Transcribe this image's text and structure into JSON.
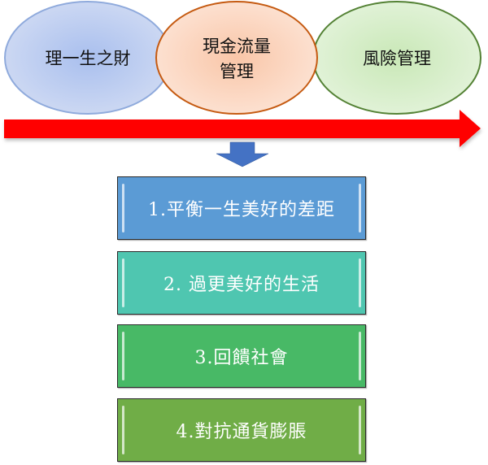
{
  "ellipses": [
    {
      "label_lines": [
        "理一生之財"
      ],
      "fill": "#b4c7e7",
      "stroke": "#8faadc"
    },
    {
      "label_lines": [
        "現金流量",
        "管理"
      ],
      "fill": "#fbd5c0",
      "stroke": "#c55a11"
    },
    {
      "label_lines": [
        "風險管理"
      ],
      "fill": "#d5ecc8",
      "stroke": "#548235"
    }
  ],
  "timeline_arrow": {
    "color": "#ff0000"
  },
  "down_arrow": {
    "color": "#4472c4"
  },
  "goals": [
    {
      "label": "1.平衡一生美好的差距",
      "color": "#5b9bd5"
    },
    {
      "label": "2.  過更美好的生活",
      "color": "#4fc6b0"
    },
    {
      "label": "3.回饋社會",
      "color": "#48b966"
    },
    {
      "label": "4.對抗通貨膨脹",
      "color": "#70ad47"
    }
  ]
}
